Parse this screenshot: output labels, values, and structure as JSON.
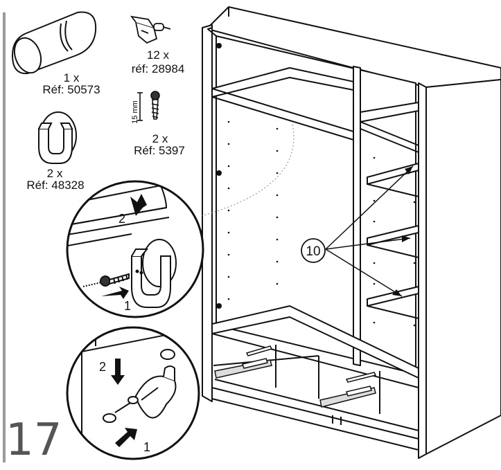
{
  "step_number": "17",
  "parts": [
    {
      "qty": "1 x",
      "ref": "Réf: 50573",
      "icon": "cylinder-fitting-icon"
    },
    {
      "qty": "12 x",
      "ref": "réf: 28984",
      "icon": "shelf-support-pin-icon"
    },
    {
      "qty": "2 x",
      "ref": "Réf: 5397",
      "icon": "screw-icon",
      "size": "15 mm"
    },
    {
      "qty": "2 x",
      "ref": "Réf: 48328",
      "icon": "rail-bracket-icon"
    }
  ],
  "callouts": {
    "shelves_label": "10",
    "rail_step_1": "1",
    "rail_step_2": "2",
    "pin_step_1": "1",
    "pin_step_2": "2"
  }
}
